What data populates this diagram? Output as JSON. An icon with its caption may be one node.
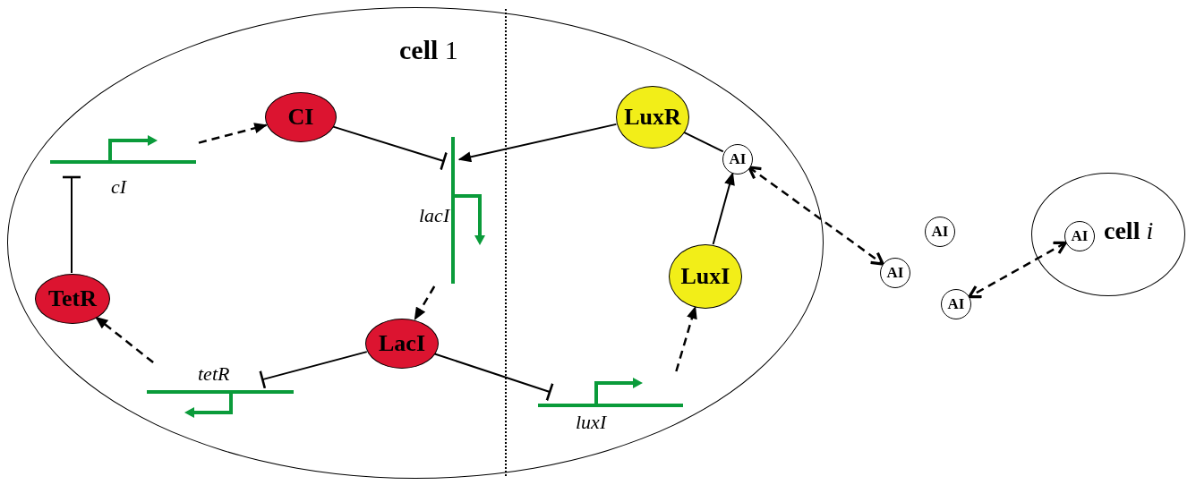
{
  "diagram": {
    "nodes": [
      {
        "text": [
          "**cell** 1"
        ]
      },
      {
        "text": [
          "cI"
        ],
        "in": 0
      },
      {
        "text": [
          "CI"
        ],
        "in": 0
      },
      {
        "text": [
          "lacI"
        ],
        "in": 0
      },
      {
        "text": [
          "LacI"
        ],
        "in": 0
      },
      {
        "text": [
          "tetR"
        ],
        "in": 0
      },
      {
        "text": [
          "TetR"
        ],
        "in": 0
      },
      {
        "text": [
          "luxI"
        ],
        "in": 0
      },
      {
        "text": [
          "LuxR"
        ],
        "in": 0
      },
      {
        "text": [
          "AI"
        ],
        "in": 0
      },
      {
        "text": [
          "LuxI"
        ],
        "in": 0
      },
      {
        "text": [
          "AI"
        ]
      },
      {
        "text": [
          "AI"
        ]
      },
      {
        "text": [
          "AI"
        ]
      },
      {
        "text": [
          "**cell** *i*"
        ]
      },
      {
        "text": [
          "AI"
        ],
        "in": 14
      }
    ],
    "edges": [
      {
        "from": 1,
        "to": 2,
        "arrow": "to",
        "style": "dashed"
      },
      {
        "from": 2,
        "to": 3,
        "arrow": "other"
      },
      {
        "from": 8,
        "to": 3,
        "arrow": "to"
      },
      {
        "from": 3,
        "to": 4,
        "arrow": "to",
        "style": "dashed"
      },
      {
        "from": 4,
        "to": 5,
        "arrow": "other"
      },
      {
        "from": 5,
        "to": 6,
        "arrow": "to",
        "style": "dashed"
      },
      {
        "from": 6,
        "to": 1,
        "arrow": "other"
      },
      {
        "from": 4,
        "to": 7,
        "arrow": "other"
      },
      {
        "from": 7,
        "to": 10,
        "arrow": "to",
        "style": "dashed"
      },
      {
        "from": 10,
        "to": 9,
        "arrow": "to"
      },
      {
        "from": 8,
        "to": 9,
        "arrow": "none"
      },
      {
        "from": 9,
        "to": 12,
        "arrow": "both",
        "style": "dashed"
      },
      {
        "from": 15,
        "to": 13,
        "arrow": "both",
        "style": "dashed"
      }
    ]
  }
}
